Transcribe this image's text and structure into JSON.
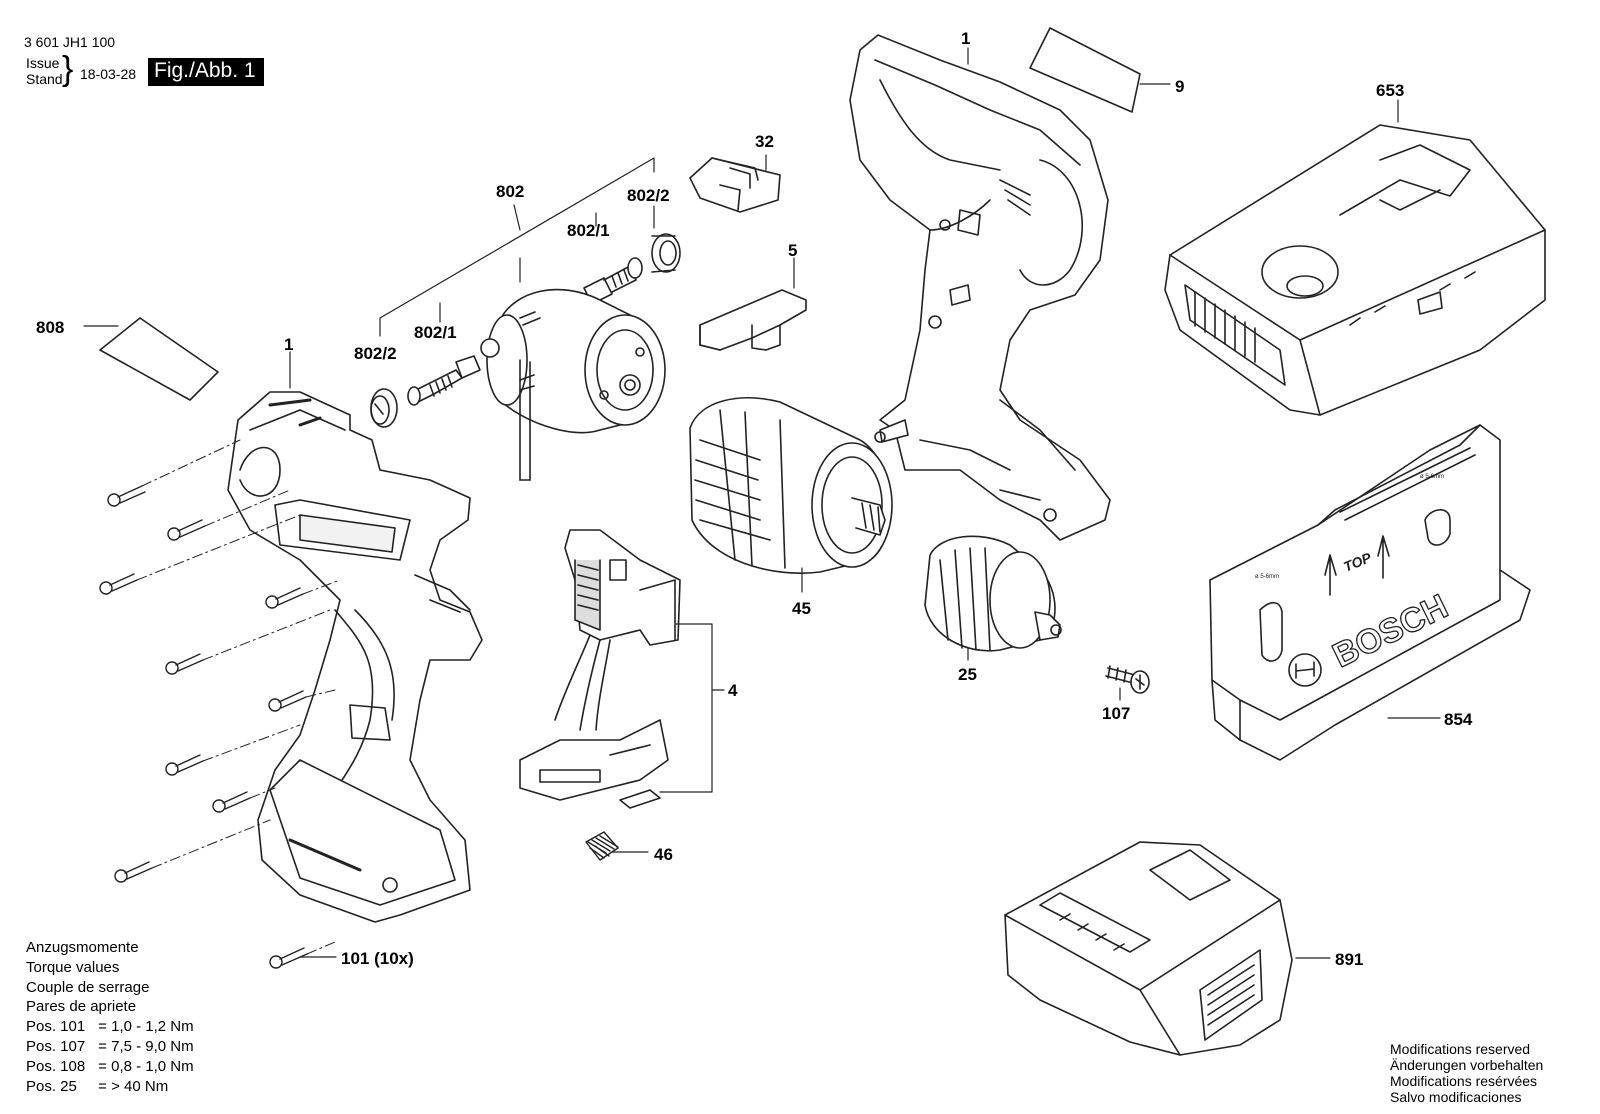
{
  "header": {
    "doc_number": "3 601 JH1 100",
    "issue_label": "Issue",
    "stand_label": "Stand",
    "issue_date": "18-03-28",
    "figure_label": "Fig./Abb. 1"
  },
  "callouts": {
    "c1_left": "1",
    "c1_right": "1",
    "c4": "4",
    "c5": "5",
    "c9": "9",
    "c25": "25",
    "c32": "32",
    "c45": "45",
    "c46": "46",
    "c101": "101 (10x)",
    "c107": "107",
    "c653": "653",
    "c802": "802",
    "c802_1a": "802/1",
    "c802_1b": "802/1",
    "c802_2a": "802/2",
    "c802_2b": "802/2",
    "c808": "808",
    "c854": "854",
    "c891": "891"
  },
  "engravings": {
    "guide_top": "TOP",
    "guide_brand": "BOSCH",
    "guide_hole_left": "ø 5-6mm",
    "guide_hole_right": "ø 5-6mm"
  },
  "torque": {
    "titles": [
      "Anzugsmomente",
      "Torque values",
      "Couple de serrage",
      "Pares de apriete"
    ],
    "rows": [
      {
        "pos": "Pos. 101",
        "value": "= 1,0 - 1,2 Nm"
      },
      {
        "pos": "Pos. 107",
        "value": "= 7,5 - 9,0 Nm"
      },
      {
        "pos": "Pos. 108",
        "value": "= 0,8 - 1,0 Nm"
      },
      {
        "pos": "Pos. 25",
        "value": "= > 40 Nm"
      }
    ]
  },
  "modifications": [
    "Modifications reserved",
    "Änderungen vorbehalten",
    "Modifications resérvées",
    "Salvo modificaciones"
  ]
}
